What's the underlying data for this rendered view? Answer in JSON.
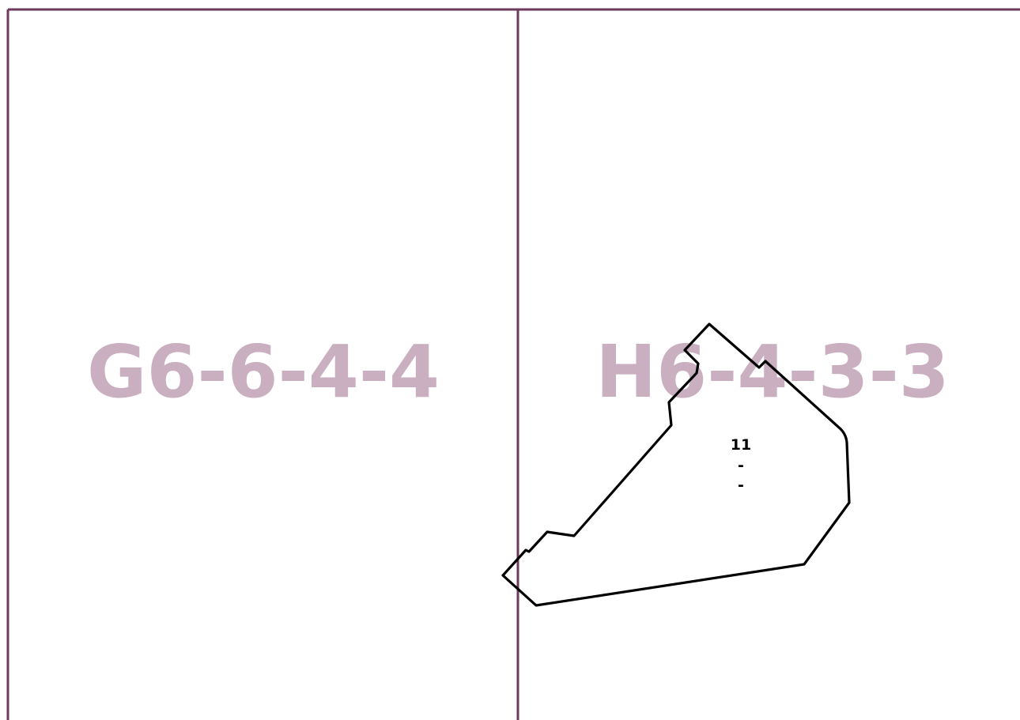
{
  "map": {
    "sheets": [
      {
        "id": "left",
        "label": "G6-6-4-4"
      },
      {
        "id": "right",
        "label": "H6-4-3-3"
      }
    ],
    "parcel": {
      "lines": [
        "11",
        "-",
        "-"
      ]
    }
  },
  "style": {
    "grid_color": "#6d3a5c",
    "sheet_label_color": "#c9afbf",
    "parcel_outline_color": "#000000"
  }
}
